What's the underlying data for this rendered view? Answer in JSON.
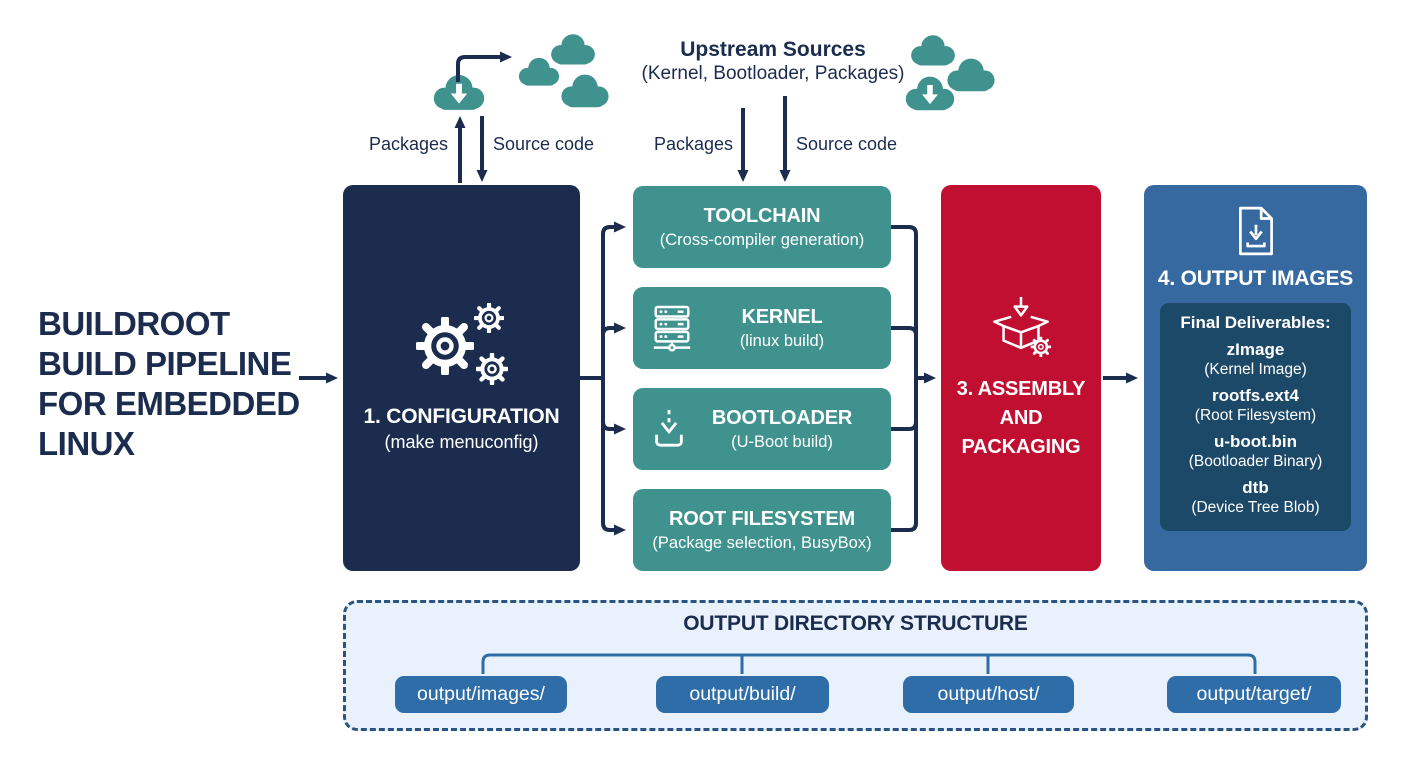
{
  "page": {
    "title_lines": [
      "BUILDROOT",
      "BUILD PIPELINE",
      "FOR EMBEDDED",
      "LINUX"
    ]
  },
  "upstream": {
    "title": "Upstream Sources",
    "subtitle": "(Kernel, Bootloader, Packages)",
    "left_flow": {
      "up_label": "Packages",
      "down_label": "Source code"
    },
    "mid_flow": {
      "left_label": "Packages",
      "right_label": "Source code"
    },
    "icons": [
      "cloud-download-icon",
      "cloud-icon"
    ]
  },
  "stages": {
    "configuration": {
      "title": "1. CONFIGURATION",
      "subtitle": "(make menuconfig)",
      "icon": "gears-icon"
    },
    "build_steps": [
      {
        "title": "TOOLCHAIN",
        "subtitle": "(Cross-compiler generation)"
      },
      {
        "title": "KERNEL",
        "subtitle": "(linux build)",
        "icon": "server-icon"
      },
      {
        "title": "BOOTLOADER",
        "subtitle": "(U-Boot build)",
        "icon": "download-icon"
      },
      {
        "title": "ROOT FILESYSTEM",
        "subtitle": "(Package selection, BusyBox)"
      }
    ],
    "assembly": {
      "title_lines": [
        "3. ASSEMBLY",
        "AND",
        "PACKAGING"
      ],
      "icon": "package-gear-icon"
    },
    "output": {
      "title": "4. OUTPUT IMAGES",
      "icon": "file-download-icon",
      "panel": {
        "heading": "Final Deliverables:",
        "items": [
          {
            "name": "zImage",
            "desc": "(Kernel Image)"
          },
          {
            "name": "rootfs.ext4",
            "desc": "(Root Filesystem)"
          },
          {
            "name": "u-boot.bin",
            "desc": "(Bootloader Binary)"
          },
          {
            "name": "dtb",
            "desc": "(Device Tree Blob)"
          }
        ]
      }
    }
  },
  "output_directory": {
    "title": "OUTPUT DIRECTORY STRUCTURE",
    "folders": [
      "output/images/",
      "output/build/",
      "output/host/",
      "output/target/"
    ]
  },
  "colors": {
    "navy": "#1b2c4e",
    "teal": "#40928f",
    "crimson": "#c00f31",
    "blue": "#35699f",
    "deliverables_panel": "#1d4969",
    "directory_bg": "#e9f2fc",
    "directory_border": "#2a5580",
    "folder_pill": "#2f6da8",
    "white": "#ffffff"
  }
}
